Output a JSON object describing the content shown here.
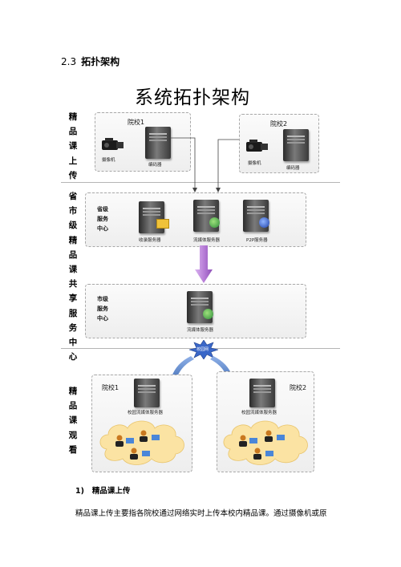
{
  "section": {
    "number": "2.3",
    "title": "拓扑架构"
  },
  "figure": {
    "title": "系统拓扑架构",
    "side_labels": {
      "upload": "精品课上传",
      "share": "省市级精品课共享服务中心",
      "view": "精品课观看"
    },
    "upload": {
      "school1": {
        "name": "院校1",
        "camera": "摄像机",
        "encoder": "编码器"
      },
      "school2": {
        "name": "院校2",
        "camera": "摄像机",
        "encoder": "编码器"
      }
    },
    "province": {
      "label_lines": [
        "省级",
        "服务",
        "中心"
      ],
      "servers": [
        "收录服务器",
        "流媒体服务器",
        "P2P服务器"
      ]
    },
    "city": {
      "label_lines": [
        "市级",
        "服务",
        "中心"
      ],
      "server": "流媒体服务器"
    },
    "network_label": "校园网",
    "view": {
      "school1": {
        "name": "院校1",
        "server": "校园流媒体服务器"
      },
      "school2": {
        "name": "院校2",
        "server": "校园流媒体服务器"
      }
    },
    "colors": {
      "arrow_purple": "#b97fd8",
      "arrow_blue": "#2f5fa8",
      "cloud": "#fbe3a3"
    }
  },
  "subsection": {
    "number": "1)",
    "title": "精品课上传"
  },
  "paragraph": "精品课上传主要指各院校通过网络实时上传本校内精品课。通过摄像机或原"
}
